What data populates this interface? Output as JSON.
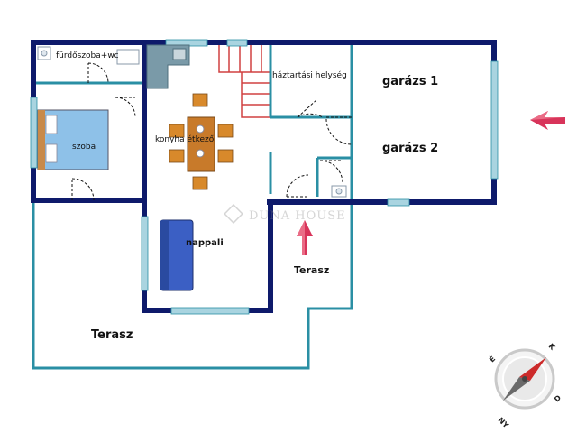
{
  "rooms": {
    "bathroom": "fürdőszoba+wc",
    "bedroom": "szoba",
    "kitchen": "konyha étkező",
    "utility": "háztartási helység",
    "garage1": "garázs 1",
    "garage2": "garázs 2",
    "living": "nappali",
    "terrace_small": "Terasz",
    "terrace_large": "Terasz"
  },
  "watermark": "DUNA HOUSE",
  "compass": {
    "letters": [
      "É",
      "K",
      "D",
      "NY"
    ]
  },
  "colors": {
    "wall": "#0e1a6b",
    "outline": "#2a8fa4",
    "window": "#a9d4e0",
    "arrow": "#d8345a",
    "floor_bed": "#8ec1e8",
    "chair": "#d8892b",
    "table": "#c87a2a",
    "sofa": "#3b5fc4",
    "stair_line": "#d04040",
    "counter": "#7a9aa8"
  }
}
